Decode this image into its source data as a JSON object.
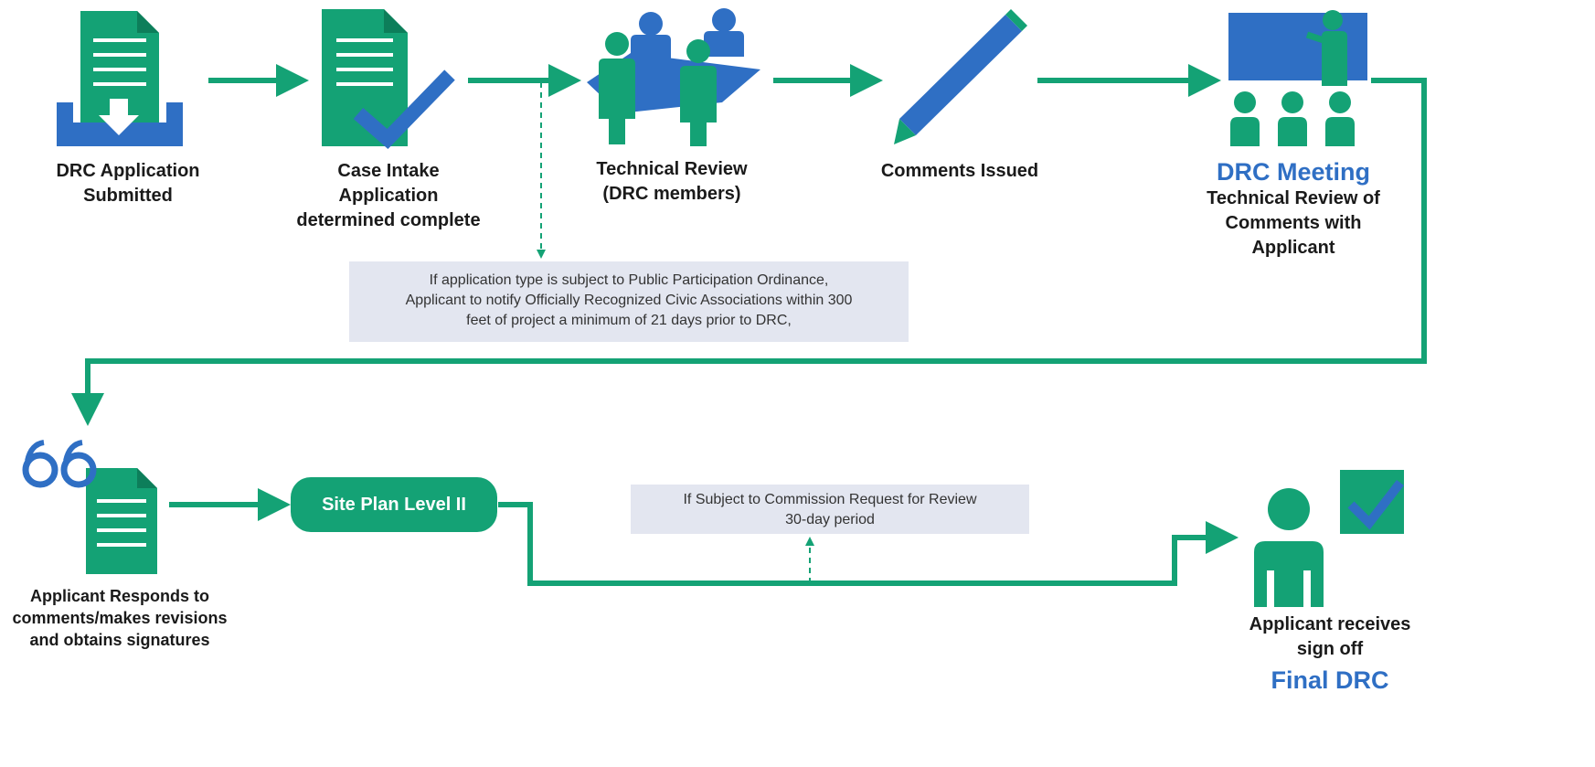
{
  "colors": {
    "green": "#14a275",
    "blue": "#2f6fc4",
    "note_bg": "#e3e6f0"
  },
  "steps": [
    {
      "icon": "inbox-document-icon",
      "lines": [
        "DRC Application",
        "Submitted"
      ]
    },
    {
      "icon": "document-check-icon",
      "lines": [
        "Case Intake",
        "Application",
        "determined complete"
      ]
    },
    {
      "icon": "team-meeting-icon",
      "lines": [
        "Technical Review",
        "(DRC members)"
      ]
    },
    {
      "icon": "pencil-icon",
      "lines": [
        "Comments Issued"
      ]
    },
    {
      "icon": "presentation-icon",
      "title": "DRC Meeting",
      "lines": [
        "Technical Review of",
        "Comments with",
        "Applicant"
      ]
    },
    {
      "icon": "glasses-document-icon",
      "lines": [
        "Applicant Responds to",
        "comments/makes revisions",
        "and obtains signatures"
      ]
    },
    {
      "icon": "person-check-icon",
      "lines": [
        "Applicant receives",
        "sign off"
      ],
      "title": "Final DRC"
    }
  ],
  "pill": {
    "label": "Site Plan Level II"
  },
  "notes": {
    "participation": [
      "If application type is subject to Public Participation Ordinance,",
      "Applicant to notify Officially Recognized Civic Associations within 300",
      "feet of project a minimum of 21 days prior to DRC,"
    ],
    "commission": [
      "If Subject to Commission Request for Review",
      "30-day period"
    ]
  }
}
